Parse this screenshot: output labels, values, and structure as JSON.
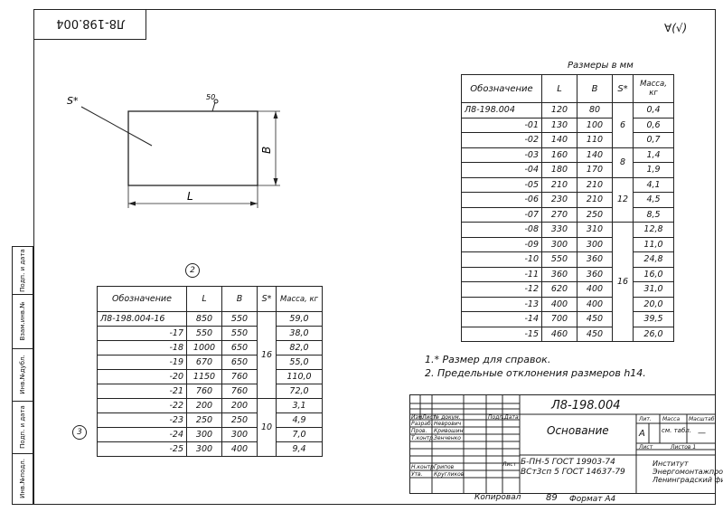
{
  "stamp_top": "Л8-198.004",
  "roughness": "∀(√)",
  "sidebar_labels": [
    "Подп. и дата",
    "Взам.инв.№",
    "Инв.№дубл.",
    "Подп. и дата",
    "Инв.№подл."
  ],
  "drawing": {
    "s_label": "S*",
    "finish_label": "50",
    "dim_L": "L",
    "dim_B": "B"
  },
  "sizes_table": {
    "units": "Размеры в мм",
    "headers": [
      "Обозначение",
      "L",
      "B",
      "S*",
      "Масса, кг"
    ],
    "rows": [
      {
        "d": "Л8-198.004",
        "L": "120",
        "B": "80",
        "m": "0,4"
      },
      {
        "d": "-01",
        "L": "130",
        "B": "100",
        "m": "0,6"
      },
      {
        "d": "-02",
        "L": "140",
        "B": "110",
        "m": "0,7"
      },
      {
        "d": "-03",
        "L": "160",
        "B": "140",
        "m": "1,4"
      },
      {
        "d": "-04",
        "L": "180",
        "B": "170",
        "m": "1,9"
      },
      {
        "d": "-05",
        "L": "210",
        "B": "210",
        "m": "4,1"
      },
      {
        "d": "-06",
        "L": "230",
        "B": "210",
        "m": "4,5"
      },
      {
        "d": "-07",
        "L": "270",
        "B": "250",
        "m": "8,5"
      },
      {
        "d": "-08",
        "L": "330",
        "B": "310",
        "m": "12,8"
      },
      {
        "d": "-09",
        "L": "300",
        "B": "300",
        "m": "11,0"
      },
      {
        "d": "-10",
        "L": "550",
        "B": "360",
        "m": "24,8"
      },
      {
        "d": "-11",
        "L": "360",
        "B": "360",
        "m": "16,0"
      },
      {
        "d": "-12",
        "L": "620",
        "B": "400",
        "m": "31,0"
      },
      {
        "d": "-13",
        "L": "400",
        "B": "400",
        "m": "20,0"
      },
      {
        "d": "-14",
        "L": "700",
        "B": "450",
        "m": "39,5"
      },
      {
        "d": "-15",
        "L": "460",
        "B": "450",
        "m": "26,0"
      }
    ],
    "s_groups": {
      "s6": "6",
      "s8": "8",
      "s12": "12",
      "s16": "16"
    }
  },
  "notes": [
    "1.* Размер для справок.",
    "2. Предельные отклонения размеров h14."
  ],
  "table2": {
    "marker": "2",
    "headers": [
      "Обозначение",
      "L",
      "B",
      "S*",
      "Масса, кг"
    ],
    "rows": [
      {
        "d": "Л8-198.004-16",
        "L": "850",
        "B": "550",
        "m": "59,0"
      },
      {
        "d": "-17",
        "L": "550",
        "B": "550",
        "m": "38,0"
      },
      {
        "d": "-18",
        "L": "1000",
        "B": "650",
        "m": "82,0"
      },
      {
        "d": "-19",
        "L": "670",
        "B": "650",
        "m": "55,0"
      },
      {
        "d": "-20",
        "L": "1150",
        "B": "760",
        "m": "110,0"
      },
      {
        "d": "-21",
        "L": "760",
        "B": "760",
        "m": "72,0"
      },
      {
        "d": "-22",
        "L": "200",
        "B": "200",
        "m": "3,1"
      },
      {
        "d": "-23",
        "L": "250",
        "B": "250",
        "m": "4,9"
      },
      {
        "d": "-24",
        "L": "300",
        "B": "300",
        "m": "7,0"
      },
      {
        "d": "-25",
        "L": "300",
        "B": "400",
        "m": "9,4"
      }
    ],
    "s_groups": {
      "s16": "16",
      "s10": "10"
    },
    "marker3": "3"
  },
  "title_block": {
    "code": "Л8-198.004",
    "name": "Основание",
    "lit_header": "Лит.",
    "mass_header": "Масса",
    "scale_header": "Масштаб",
    "lit_value": "А",
    "mass_value": "см. табл.",
    "scale_value": "—",
    "sheet": "Лист",
    "sheets": "Листов 1",
    "material1": "Б-ПН-5 ГОСТ 19903-74",
    "material2": "ВСт3сп 5 ГОСТ 14637-79",
    "sheet_label": "Лист",
    "org1": "Институт",
    "org2": "Энергомонтажпроект",
    "org3": "Ленинградский филиал",
    "roles": [
      "Изм.",
      "Лист",
      "№ докум.",
      "Подп.",
      "Дата",
      "Разраб.",
      "Пров.",
      "Т.контр.",
      "Н.контр.",
      "Утв."
    ],
    "names": [
      "Неврович",
      "Кривошин",
      "Зенченко",
      "Грипов",
      "Кругликов"
    ],
    "copied_by": "Копировал",
    "format": "Формат А4",
    "page_mark": "89"
  }
}
